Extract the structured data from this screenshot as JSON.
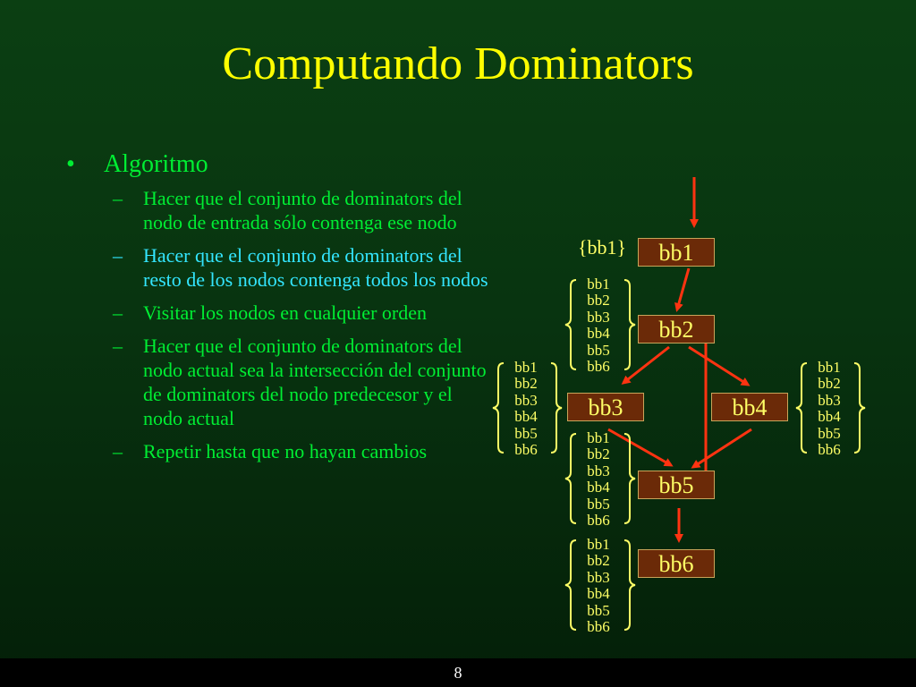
{
  "title": "Computando Dominators",
  "bullet": "Algoritmo",
  "sub_items": [
    "Hacer que el conjunto de dominators del nodo de entrada sólo contenga ese nodo",
    "Hacer que el conjunto de dominators del resto de los nodos contenga todos los nodos",
    "Visitar los nodos en cualquier orden",
    "Hacer que el conjunto de dominators del nodo actual sea la intersección del conjunto de dominators del nodo predecesor y el nodo actual",
    "Repetir hasta que no hayan cambios"
  ],
  "dash": "–",
  "bullet_marker": "•",
  "colors": {
    "title": "#ffff00",
    "text_green": "#00ee33",
    "text_cyan": "#33e6ff",
    "arrow": "#ff3311",
    "node_fill": "#6b2a08",
    "node_text": "#ffff66"
  },
  "diagram": {
    "nodes": [
      "bb1",
      "bb2",
      "bb3",
      "bb4",
      "bb5",
      "bb6"
    ],
    "entry_set": "{bb1}",
    "set_items": [
      "bb1",
      "bb2",
      "bb3",
      "bb4",
      "bb5",
      "bb6"
    ]
  },
  "page_number": "8"
}
